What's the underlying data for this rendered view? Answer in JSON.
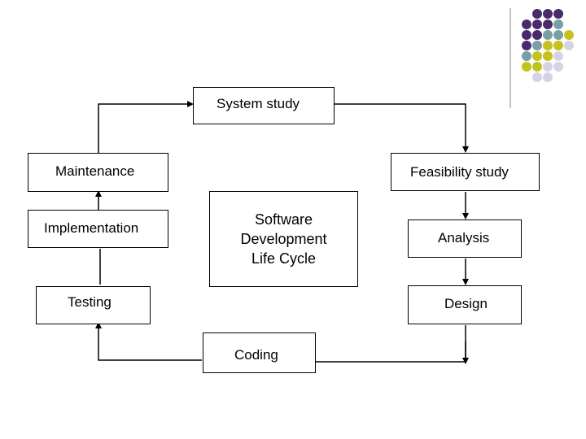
{
  "diagram": {
    "center_label": "Software Development Life Cycle",
    "center_lines": [
      "Software",
      "Development",
      "Life Cycle"
    ],
    "stages": {
      "system_study": "System study",
      "feasibility_study": "Feasibility study",
      "analysis": "Analysis",
      "design": "Design",
      "coding": "Coding",
      "testing": "Testing",
      "implementation": "Implementation",
      "maintenance": "Maintenance"
    }
  },
  "decoration": {
    "palette": {
      "purple": "#4a2a6b",
      "teal": "#7a9ea6",
      "olive": "#c4c21e",
      "lavender": "#d4d4e6"
    }
  }
}
